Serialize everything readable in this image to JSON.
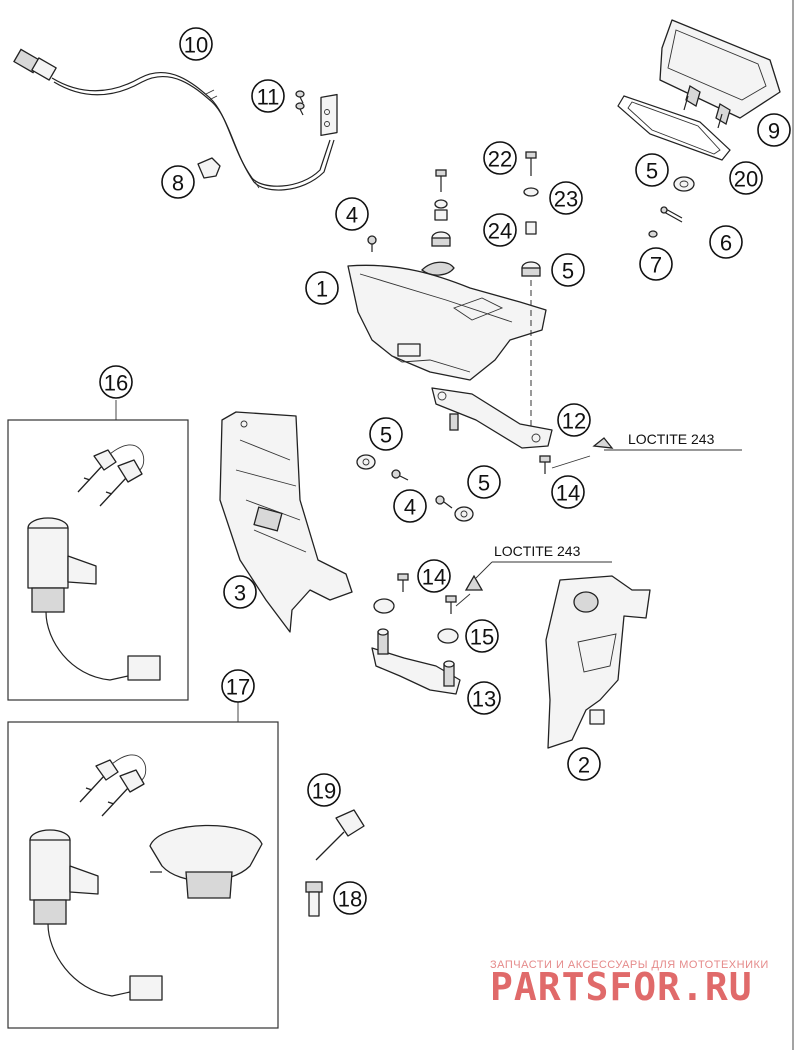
{
  "callouts": {
    "c1": "1",
    "c2": "2",
    "c3": "3",
    "c4a": "4",
    "c4b": "4",
    "c5a": "5",
    "c5b": "5",
    "c5c": "5",
    "c5d": "5",
    "c6": "6",
    "c7": "7",
    "c8": "8",
    "c9": "9",
    "c10": "10",
    "c11": "11",
    "c12": "12",
    "c13": "13",
    "c14a": "14",
    "c14b": "14",
    "c15": "15",
    "c16": "16",
    "c17": "17",
    "c18": "18",
    "c19": "19",
    "c20": "20",
    "c22": "22",
    "c23": "23",
    "c24": "24"
  },
  "notes": {
    "loctite_upper": "LOCTITE 243",
    "loctite_lower": "LOCTITE 243"
  },
  "watermark": {
    "caption": "ЗАПЧАСТИ И АКСЕССУАРЫ ДЛЯ МОТОТЕХНИКИ",
    "brand": "PARTSFOR.RU"
  },
  "colors": {
    "line": "#222222",
    "watermark": "#e06a6a"
  }
}
